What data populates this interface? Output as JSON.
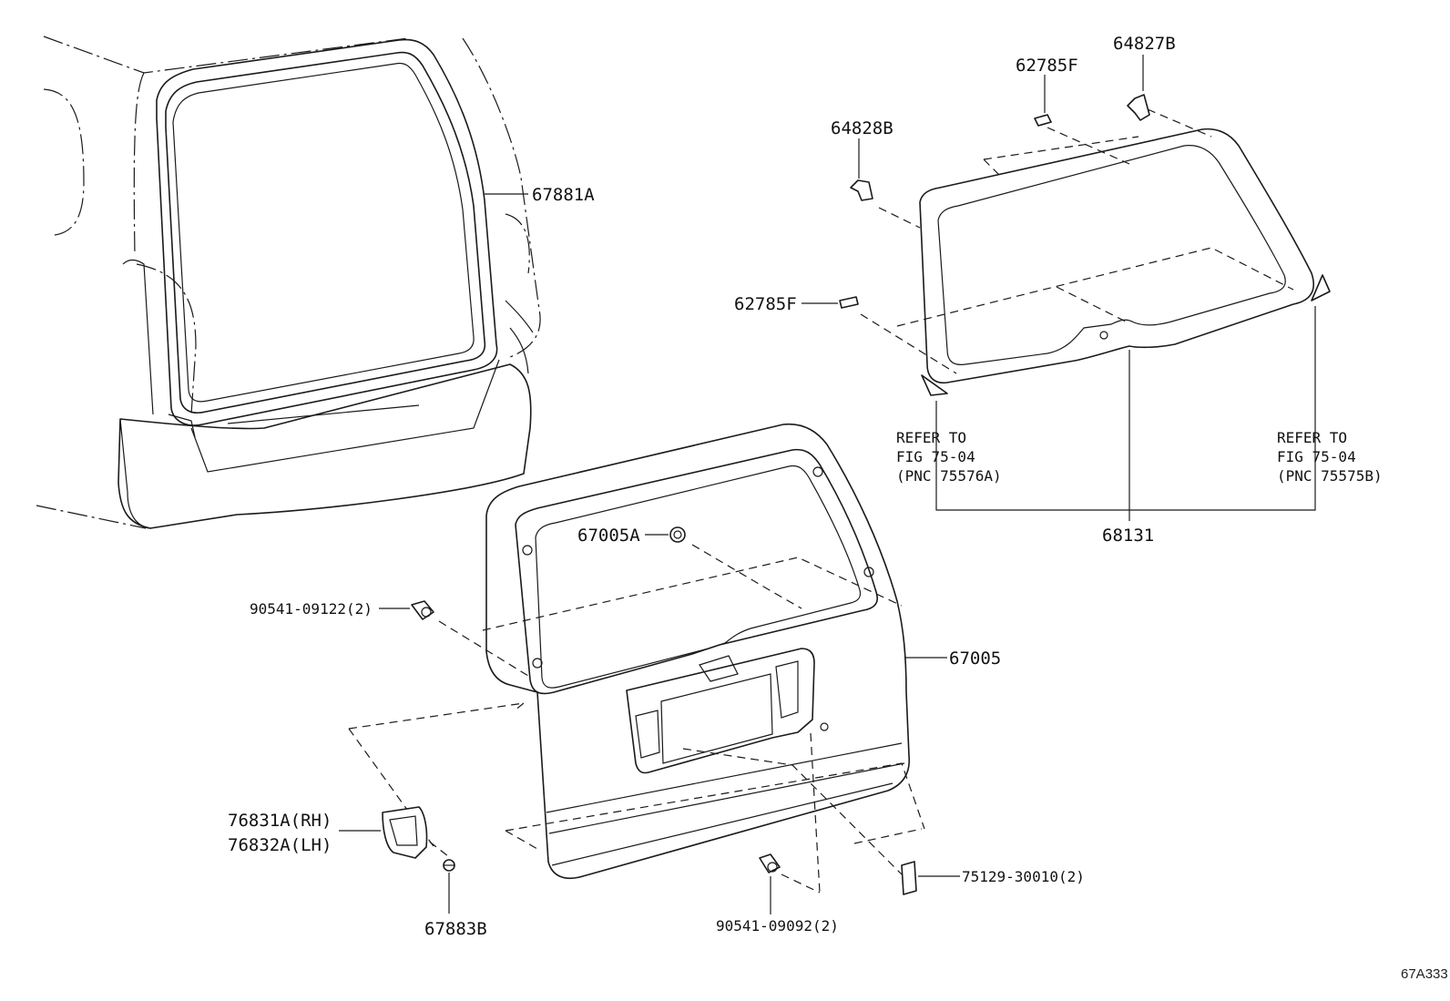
{
  "callouts": {
    "p67881A": "67881A",
    "p62785F_top": "62785F",
    "p64827B": "64827B",
    "p64828B": "64828B",
    "p62785F_left": "62785F",
    "refer_left_1": "REFER TO",
    "refer_left_2": "FIG 75-04",
    "refer_left_3": "(PNC 75576A)",
    "refer_right_1": "REFER TO",
    "refer_right_2": "FIG 75-04",
    "refer_right_3": "(PNC 75575B)",
    "p68131": "68131",
    "p67005A": "67005A",
    "p90541_09122": "90541-09122(2)",
    "p67005": "67005",
    "p76831A": "76831A(RH)",
    "p76832A": "76832A(LH)",
    "p67883B": "67883B",
    "p90541_09092": "90541-09092(2)",
    "p75129_30010": "75129-30010(2)"
  },
  "figure_number": "67A333"
}
